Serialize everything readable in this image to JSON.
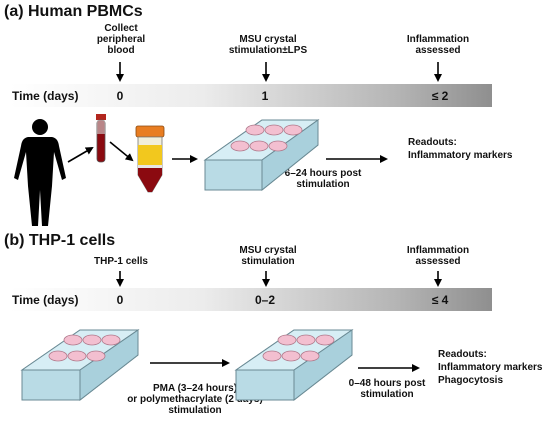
{
  "panel_a": {
    "title": "(a) Human PBMCs",
    "steps": [
      "Collect\nperipheral\nblood",
      "MSU crystal\nstimulation±LPS",
      "Inflammation\nassessed"
    ],
    "time_label": "Time (days)",
    "ticks": [
      "0",
      "1",
      "≤ 2"
    ],
    "incubation": "6–24 hours post\nstimulation",
    "readouts": "Readouts:\nInflammatory markers"
  },
  "panel_b": {
    "title": "(b) THP-1 cells",
    "steps": [
      "THP-1 cells",
      "MSU crystal\nstimulation",
      "Inflammation\nassessed"
    ],
    "time_label": "Time (days)",
    "ticks": [
      "0",
      "0–2",
      "≤ 4"
    ],
    "differentiation": "PMA (3–24 hours)\nor polymethacrylate (2 days)\nstimulation",
    "incubation": "0–48 hours post\nstimulation",
    "readouts": "Readouts:\nInflammatory markers\nPhagocytosis"
  },
  "colors": {
    "plate": "#d7eef5",
    "well": "#f3bfd0",
    "blood": "#8b0a10",
    "tube_cap": "#e87d22"
  }
}
